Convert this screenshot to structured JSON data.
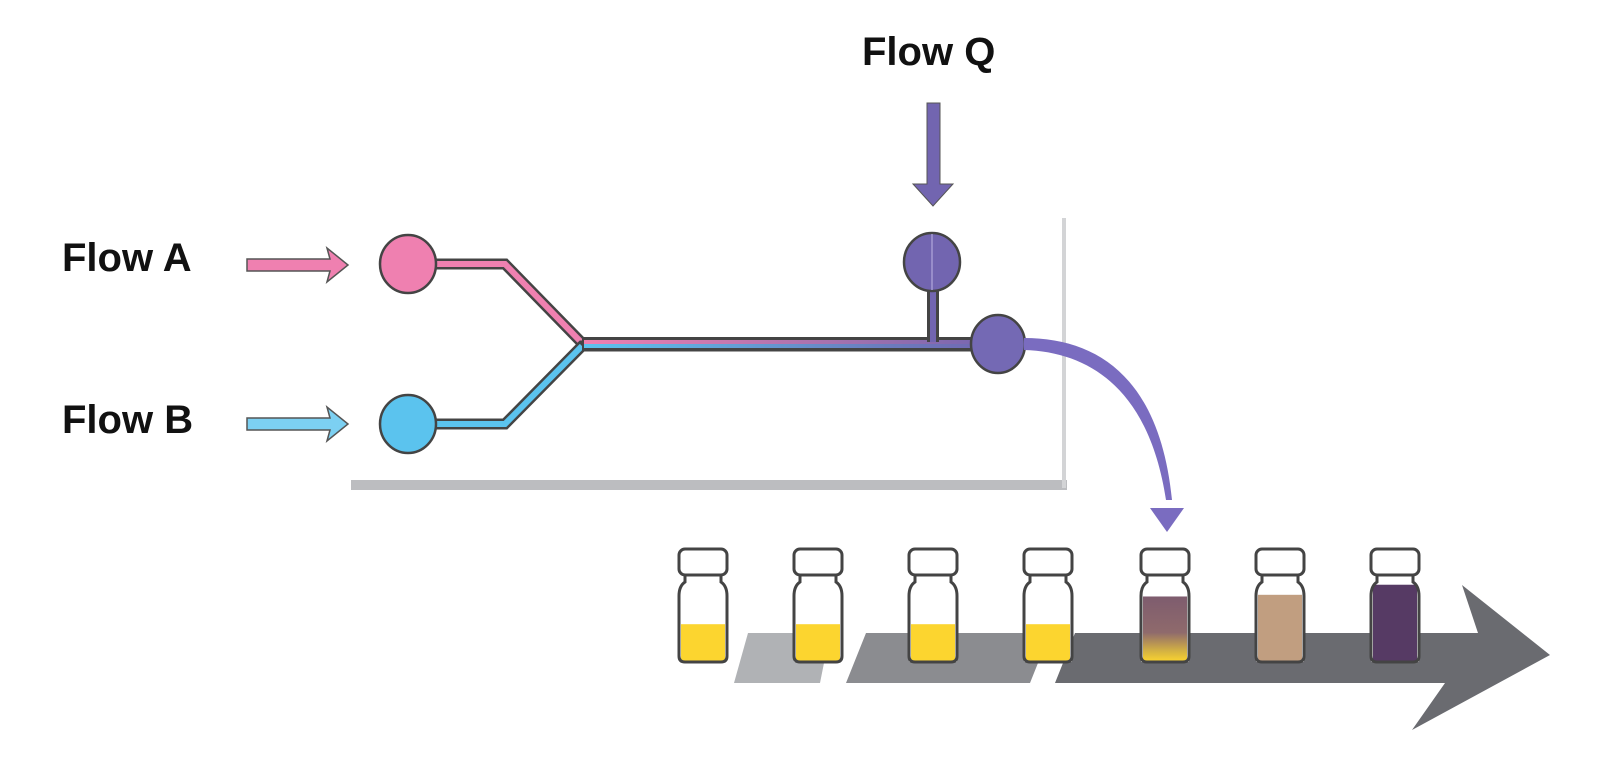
{
  "labels": {
    "flow_a": "Flow A",
    "flow_b": "Flow B",
    "flow_q": "Flow Q"
  },
  "colors": {
    "flow_a": "#ef80b0",
    "flow_b": "#5bc3ee",
    "flow_q": "#7265b0",
    "chip_shadow": "#b8b9bb",
    "arrow_light": "#b0b2b5",
    "arrow_mid": "#8b8c90",
    "arrow_dark": "#6a6b70"
  },
  "vials": [
    {
      "liquid": "yellow",
      "fill_fraction": 0.45,
      "color": "#fcd52f"
    },
    {
      "liquid": "yellow",
      "fill_fraction": 0.45,
      "color": "#fcd52f"
    },
    {
      "liquid": "yellow",
      "fill_fraction": 0.45,
      "color": "#fcd52f"
    },
    {
      "liquid": "yellow",
      "fill_fraction": 0.45,
      "color": "#fcd52f"
    },
    {
      "liquid": "purple-to-yellow gradient",
      "fill_fraction": 0.78,
      "color": "#8a5e70",
      "bottom_color": "#fcd52f"
    },
    {
      "liquid": "tan",
      "fill_fraction": 0.8,
      "color": "#c19e80"
    },
    {
      "liquid": "dark purple",
      "fill_fraction": 0.92,
      "color": "#563a64"
    }
  ]
}
